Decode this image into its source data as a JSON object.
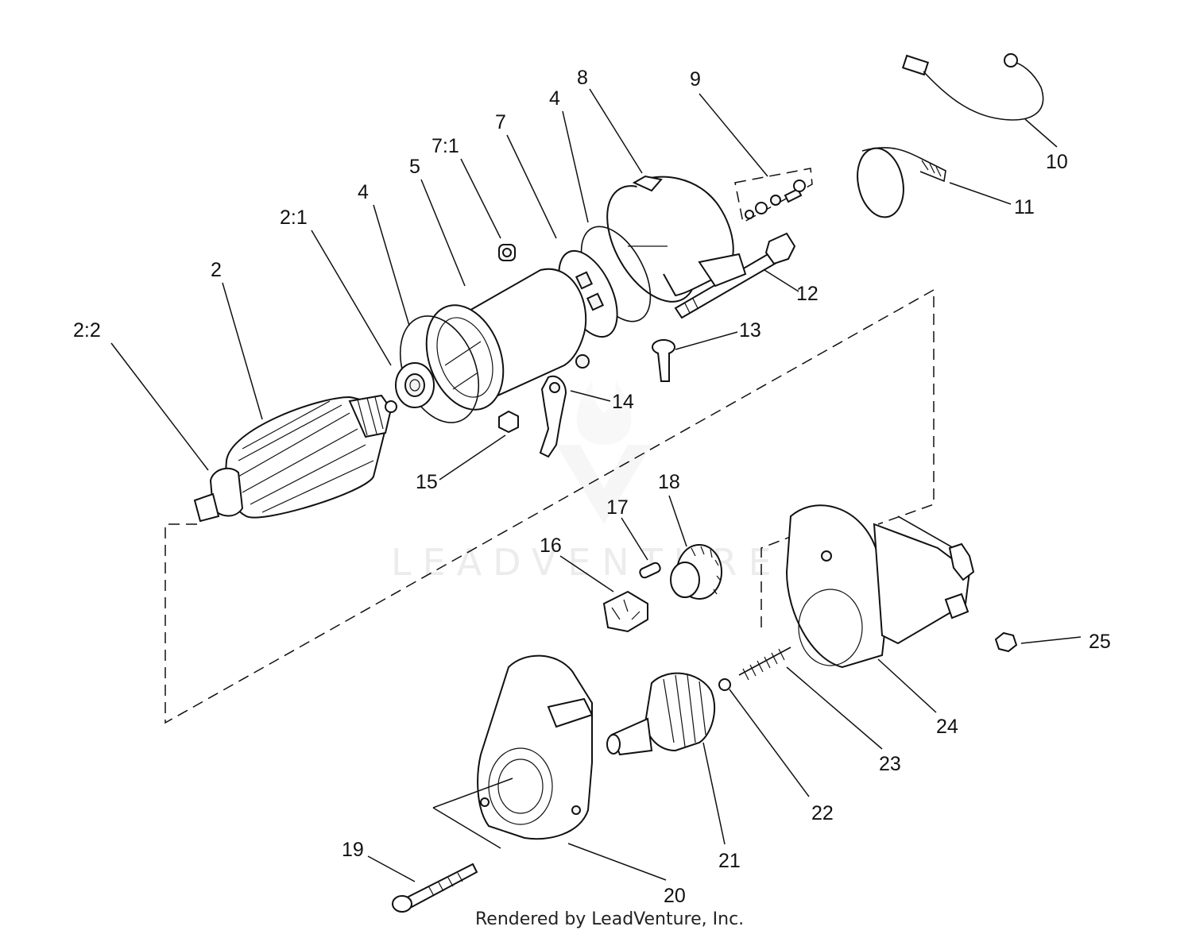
{
  "diagram": {
    "watermark": "LEADVENTURE",
    "footer": "Rendered by LeadVenture, Inc.",
    "callouts": [
      "2:2",
      "2",
      "2:1",
      "4",
      "5",
      "7:1",
      "7",
      "4",
      "8",
      "9",
      "10",
      "11",
      "12",
      "13",
      "14",
      "15",
      "16",
      "17",
      "18",
      "25",
      "24",
      "23",
      "22",
      "21",
      "20",
      "19"
    ]
  }
}
